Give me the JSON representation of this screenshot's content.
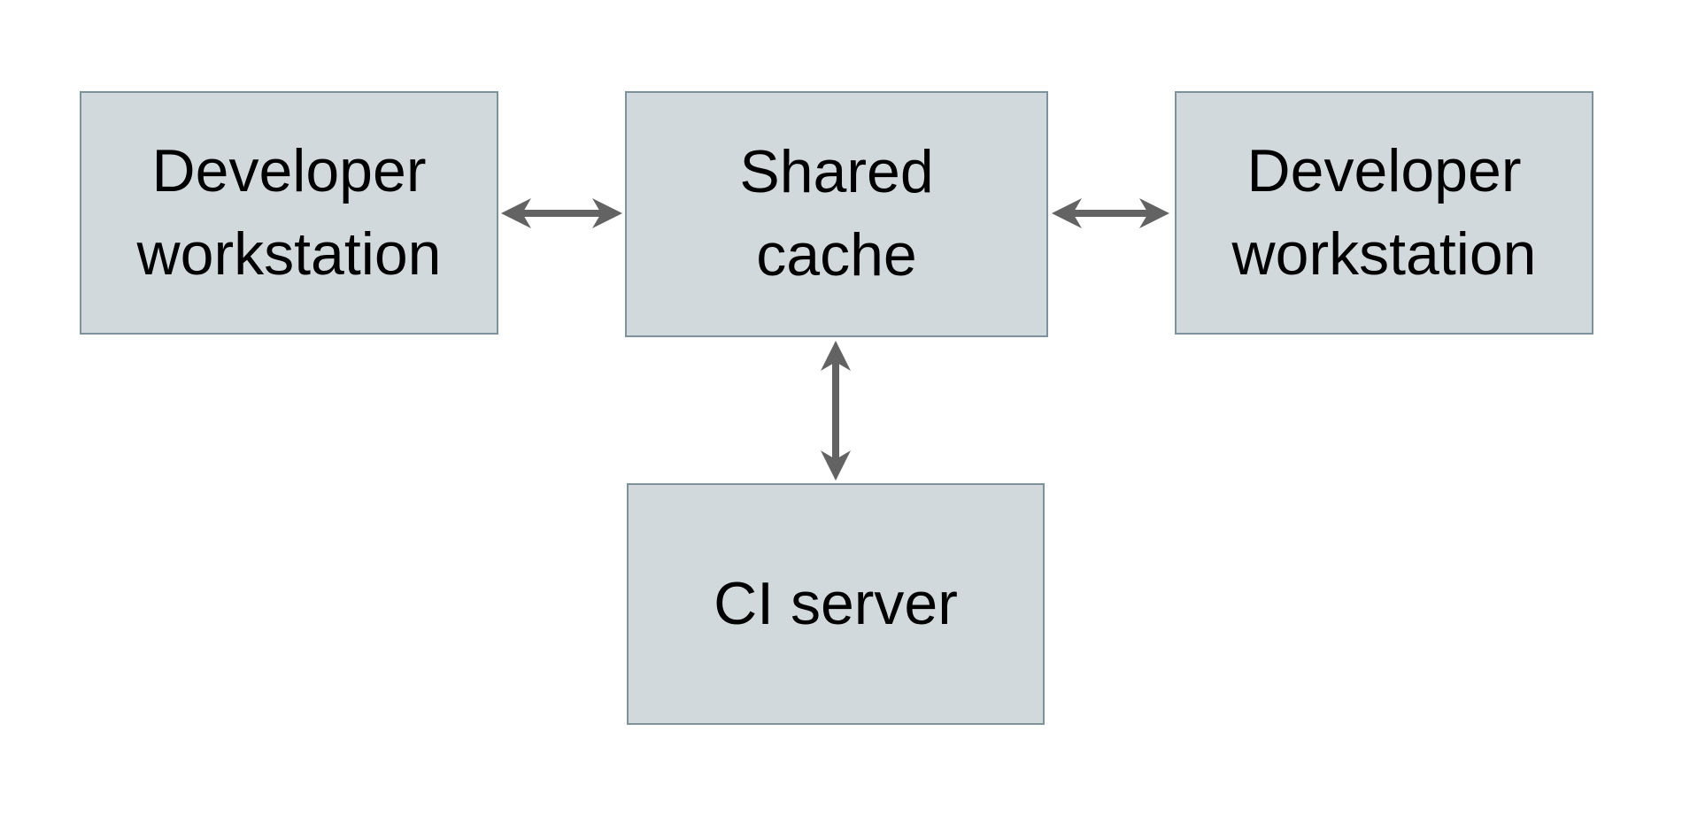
{
  "diagram": {
    "type": "architecture-diagram",
    "colors": {
      "background": "#ffffff",
      "node_fill": "#d2d9dc",
      "node_border": "#7e929e",
      "arrow": "#636363",
      "text": "#000000"
    },
    "nodes": [
      {
        "id": "developer-workstation-left",
        "label": "Developer workstation"
      },
      {
        "id": "shared-cache",
        "label": "Shared cache"
      },
      {
        "id": "developer-workstation-right",
        "label": "Developer workstation"
      },
      {
        "id": "ci-server",
        "label": "CI server"
      }
    ],
    "edges": [
      {
        "from": "developer-workstation-left",
        "to": "shared-cache",
        "direction": "bidirectional"
      },
      {
        "from": "shared-cache",
        "to": "developer-workstation-right",
        "direction": "bidirectional"
      },
      {
        "from": "shared-cache",
        "to": "ci-server",
        "direction": "bidirectional"
      }
    ]
  }
}
